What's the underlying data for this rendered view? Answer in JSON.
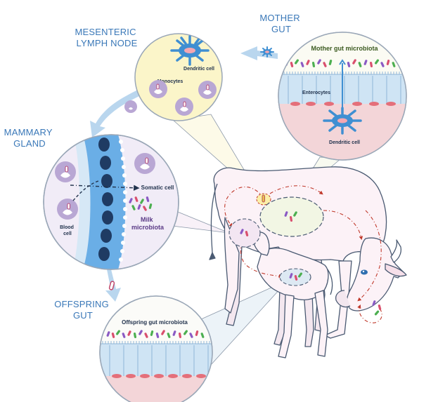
{
  "labels": {
    "mother_gut": [
      "MOTHER",
      "GUT"
    ],
    "mesenteric": [
      "MESENTERIC",
      "LYMPH NODE"
    ],
    "mammary": [
      "MAMMARY",
      "GLAND"
    ],
    "offspring": [
      "OFFSPRING",
      "GUT"
    ],
    "dendritic_cell_top": "Dendritic cell",
    "monocytes": "Monocytes",
    "mother_gut_microbiota": "Mother gut microbiota",
    "enterocytes": "Enterocytes",
    "dendritic_cell_bottom": "Dendritic cell",
    "somatic_cell": "Somatic cell",
    "blood_cell": [
      "Blood",
      "cell"
    ],
    "milk_microbiota": [
      "Milk",
      "microbiota"
    ],
    "offspring_gut_microbiota": "Offspring gut microbiota"
  },
  "colors": {
    "label_blue": "#3a78b8",
    "arrow_blue": "#b9d6ee",
    "dendritic_blue": "#3f8fd2",
    "monocyte_purple": "#b9a7d4",
    "lymph_yellow": "#fbf5c9",
    "tissue_pink": "#f3d5d8",
    "villi_blue": "#cfe4f4",
    "route_red": "#c0392b",
    "cow_fill": "#fcf2f7",
    "cow_outline": "#4a5a72"
  }
}
